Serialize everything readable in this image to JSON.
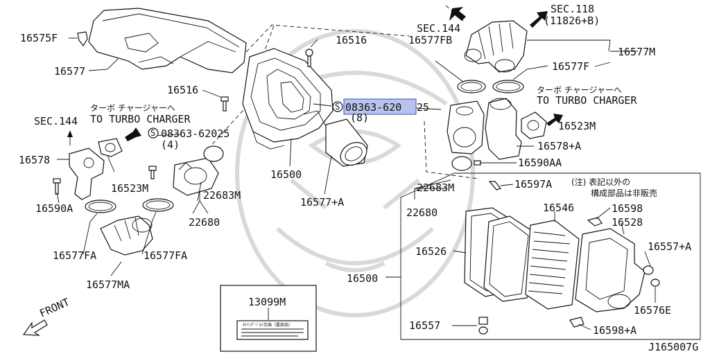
{
  "diagram": {
    "code": "J165007G",
    "front": "FRONT",
    "notes": {
      "turbo_jp": "ターボ チャージャーへ",
      "turbo_en": "TO TURBO CHARGER",
      "not_sold_jp_1": "(注) 表記以外の",
      "not_sold_jp_2": "構成部品は非販売",
      "label_plate_title": "ﾀｲﾐﾝｸﾞﾍﾞﾙﾄ交換（要部品）"
    },
    "sections": {
      "sec144_left": "SEC.144",
      "sec144_right": "SEC.144",
      "sec118": "SEC.118",
      "sec118_sub": "(11826+B)"
    },
    "parts": {
      "p16575F": "16575F",
      "p16577": "16577",
      "p16516_top": "16516",
      "p16516_mid": "16516",
      "p08363_hl": "08363-620",
      "p08363_hl_tail": "25",
      "p08363_hl_qty": "(8)",
      "p08363_left": "08363-62025",
      "p08363_left_qty": "(4)",
      "p16578": "16578",
      "p16523M_left": "16523M",
      "p16590A": "16590A",
      "p22683M_left": "22683M",
      "p22680_left": "22680",
      "p16500_mid": "16500",
      "p16577A": "16577+A",
      "p16577FA_l": "16577FA",
      "p16577FA_r": "16577FA",
      "p16577MA": "16577MA",
      "p16577FB": "16577FB",
      "p16577M": "16577M",
      "p16577F": "16577F",
      "p16523M_right": "16523M",
      "p16578A": "16578+A",
      "p16590AA": "16590AA",
      "p22683M_right": "22683M",
      "p22680_right": "22680",
      "p16597A": "16597A",
      "p16546": "16546",
      "p16598": "16598",
      "p16528": "16528",
      "p16526": "16526",
      "p16557A": "16557+A",
      "p16500_right": "16500",
      "p16576E": "16576E",
      "p16557": "16557",
      "p16598A": "16598+A",
      "p13099M": "13099M"
    }
  }
}
